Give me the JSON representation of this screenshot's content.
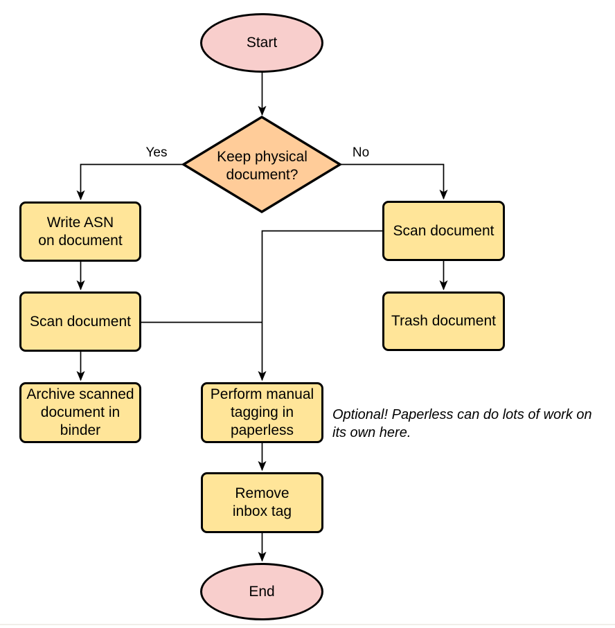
{
  "colors": {
    "terminal_fill": "#f8cecc",
    "decision_fill": "#ffcc99",
    "process_fill": "#ffe599",
    "stroke": "#000000",
    "text": "#000000",
    "background": "#ffffff",
    "footer_rule": "#f0eee8"
  },
  "nodes": {
    "start": {
      "type": "terminal",
      "label": "Start"
    },
    "decision": {
      "type": "decision",
      "label": "Keep physical\ndocument?"
    },
    "write_asn": {
      "type": "process",
      "label": "Write ASN\non document"
    },
    "scan_left": {
      "type": "process",
      "label": "Scan document"
    },
    "archive": {
      "type": "process",
      "label": "Archive scanned\ndocument in\nbinder"
    },
    "scan_right": {
      "type": "process",
      "label": "Scan document"
    },
    "trash": {
      "type": "process",
      "label": "Trash document"
    },
    "tagging": {
      "type": "process",
      "label": "Perform manual\ntagging in\npaperless"
    },
    "remove_inbox": {
      "type": "process",
      "label": "Remove\ninbox tag"
    },
    "end": {
      "type": "terminal",
      "label": "End"
    }
  },
  "edge_labels": {
    "yes": "Yes",
    "no": "No"
  },
  "annotation": {
    "text": "Optional! Paperless can do lots of work on\nits own here."
  }
}
